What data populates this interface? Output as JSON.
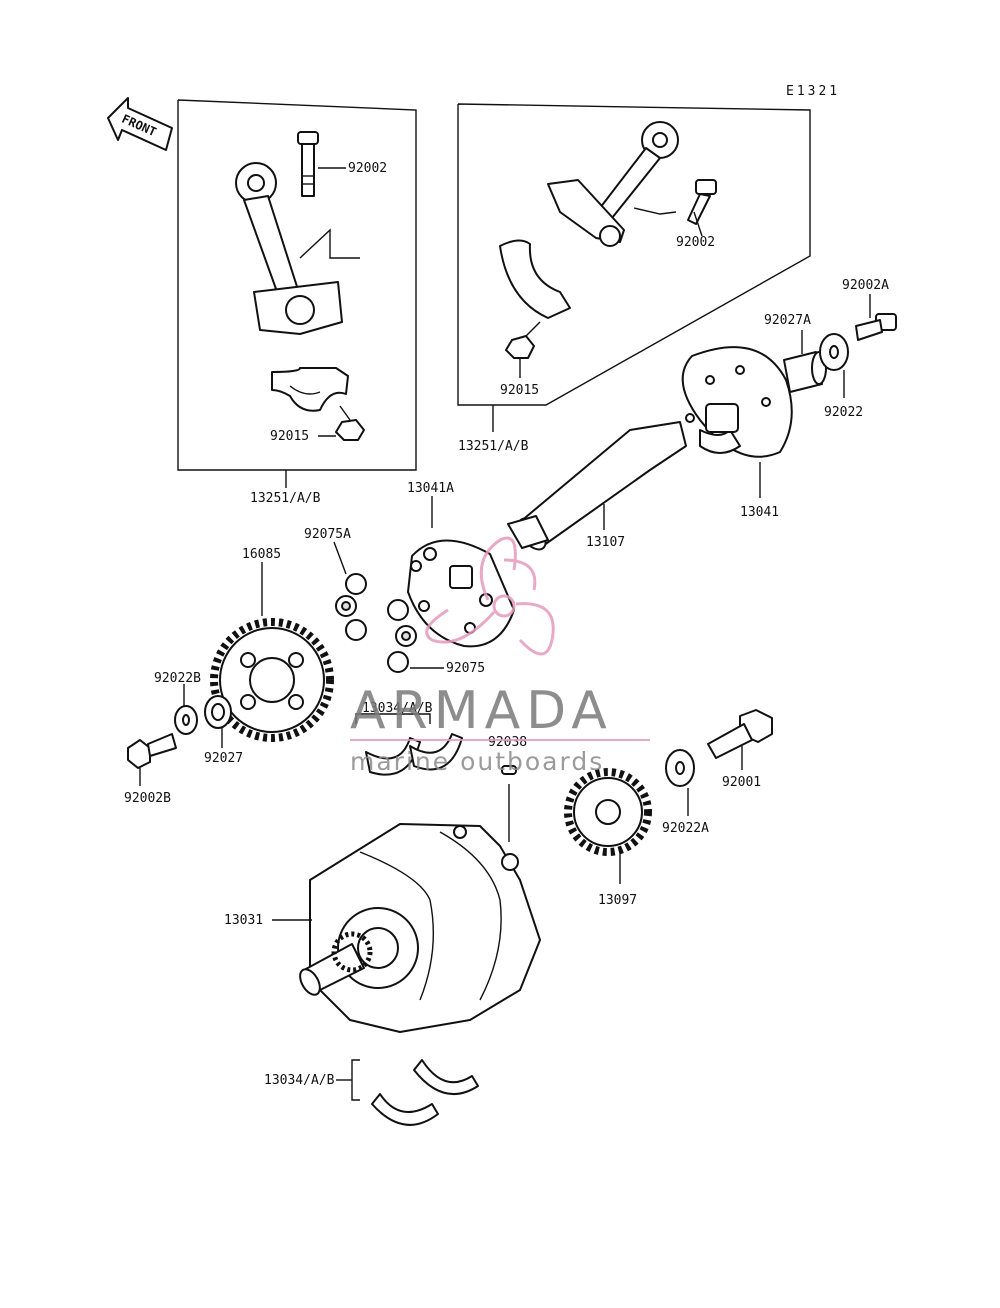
{
  "diagram_id": "E1321",
  "front_arrow": "FRONT",
  "watermark": {
    "brand": "ARMADA",
    "tagline": "marine outboards",
    "color": "#e59bbd"
  },
  "parts": {
    "p92002_left": "92002",
    "p92015_left": "92015",
    "p13251_left": "13251/A/B",
    "p92002_right": "92002",
    "p92015_right": "92015",
    "p13251_right": "13251/A/B",
    "p92002A": "92002A",
    "p92027A": "92027A",
    "p92022": "92022",
    "p13041": "13041",
    "p13107": "13107",
    "p13041A": "13041A",
    "p92075A": "92075A",
    "p92075": "92075",
    "p16085": "16085",
    "p92022B": "92022B",
    "p92027": "92027",
    "p92002B": "92002B",
    "p13034_top": "13034/A/B",
    "p92038": "92038",
    "p92001": "92001",
    "p92022A": "92022A",
    "p13097": "13097",
    "p13031": "13031",
    "p13034_bottom": "13034/A/B"
  }
}
